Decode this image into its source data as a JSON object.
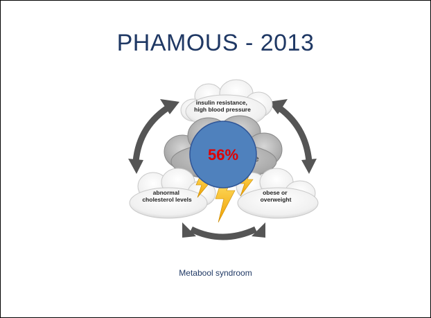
{
  "slide": {
    "title": "PHAMOUS - 2013",
    "caption": "Metabool syndroom"
  },
  "diagram": {
    "top_cloud": [
      "insulin resistance,",
      "high blood pressure"
    ],
    "left_cloud": [
      "abnormal",
      "cholesterol levels"
    ],
    "right_cloud": [
      "obese or",
      "overweight"
    ],
    "center_partial": "e",
    "highlight_value": "56%"
  },
  "colors": {
    "title": "#1f3864",
    "circle_fill": "#4f81bd",
    "circle_stroke": "#2f5597",
    "percent_text": "#e00000",
    "arrow": "#555555",
    "lightning": "#f5b800"
  }
}
